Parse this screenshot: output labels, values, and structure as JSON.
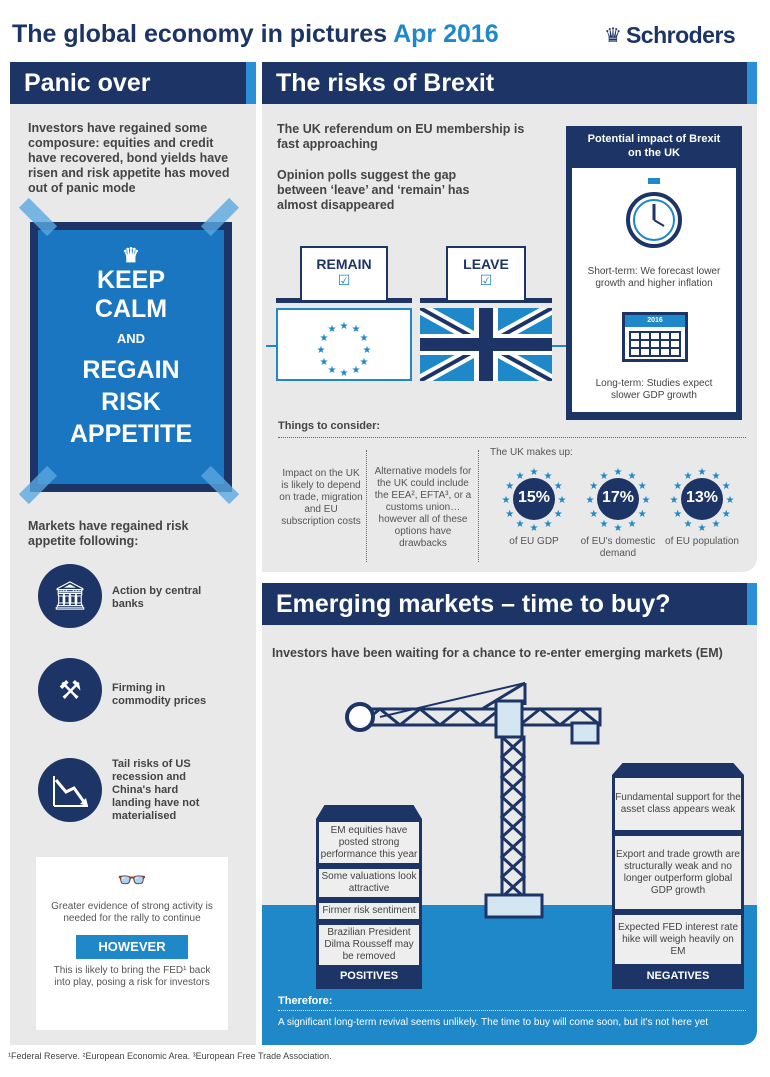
{
  "header": {
    "title": "The global economy in pictures",
    "date": "Apr 2016",
    "logo": "Schroders"
  },
  "panic": {
    "title": "Panic over",
    "intro": "Investors have regained some composure: equities and credit have recovered, bond yields have risen and risk appetite has moved out of panic mode",
    "poster": {
      "line1": "KEEP",
      "line2": "CALM",
      "line3": "AND",
      "line4": "REGAIN",
      "line5": "RISK",
      "line6": "APPETITE"
    },
    "markets_heading": "Markets have regained risk appetite following:",
    "items": [
      {
        "icon": "bank-icon",
        "label": "Action by central banks"
      },
      {
        "icon": "anvil-icon",
        "label": "Firming in commodity prices"
      },
      {
        "icon": "declining-chart-icon",
        "label": "Tail risks of US recession and China's hard landing have not materialised"
      }
    ],
    "note": {
      "icon": "binoculars-icon",
      "text": "Greater evidence of strong activity is needed for the rally to continue",
      "however": "HOWEVER",
      "after": "This is likely to bring the FED¹ back into play, posing a risk for investors"
    }
  },
  "brexit": {
    "title": "The risks of Brexit",
    "p1": "The UK referendum on EU membership is fast approaching",
    "p2": "Opinion polls suggest the gap between ‘leave’ and ‘remain’ has almost disappeared",
    "remain": "REMAIN",
    "leave": "LEAVE",
    "impact": {
      "title": "Potential impact of Brexit on the UK",
      "short": "Short-term: We forecast lower growth and higher inflation",
      "calendar_year": "2016",
      "long": "Long-term: Studies expect slower GDP growth"
    },
    "consider_title": "Things to consider:",
    "consider1": "Impact on the UK is likely to depend on trade, migration and EU subscription costs",
    "consider2": "Alternative models for the UK could include the EEA², EFTA³, or a customs union… however all of these options have drawbacks",
    "uk_makes_up": "The UK makes up:",
    "stats": [
      {
        "value": "15%",
        "label": "of EU GDP"
      },
      {
        "value": "17%",
        "label": "of EU's domestic demand"
      },
      {
        "value": "13%",
        "label": "of EU population"
      }
    ]
  },
  "em": {
    "title": "Emerging markets – time to buy?",
    "intro": "Investors have been waiting for a chance to re-enter emerging markets (EM)",
    "positives": [
      "EM equities have posted strong performance this year",
      "Some valuations look attractive",
      "Firmer risk sentiment",
      "Brazilian President Dilma Rousseff may be removed"
    ],
    "positives_label": "POSITIVES",
    "negatives": [
      "Fundamental support for the asset class appears weak",
      "Export and trade growth are structurally weak and no longer outperform global GDP growth",
      "Expected FED interest rate hike will weigh heavily on EM"
    ],
    "negatives_label": "NEGATIVES",
    "therefore": "Therefore:",
    "conclusion": "A significant long-term revival seems unlikely. The time to buy will come soon, but it's not here yet"
  },
  "footnote": "¹Federal Reserve. ²European Economic Area. ³European Free Trade Association.",
  "colors": {
    "navy": "#1c3466",
    "blue": "#1e88c8",
    "gray": "#e9e9e9"
  }
}
